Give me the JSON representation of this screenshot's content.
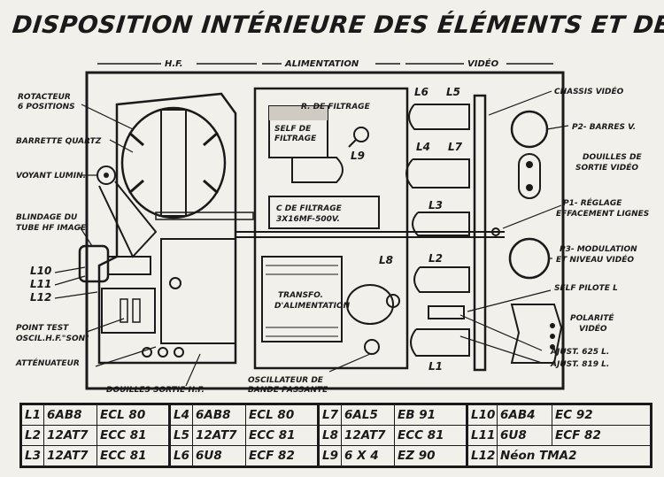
{
  "title": "DISPOSITION INTÉRIEURE DES ÉLÉMENTS ET DES LAMPES",
  "sections": {
    "hf": "H.F.",
    "alim": "ALIMENTATION",
    "video": "VIDÉO"
  },
  "left_labels": {
    "rotacteur_1": "ROTACTEUR",
    "rotacteur_2": "6 POSITIONS",
    "barrette": "BARRETTE QUARTZ",
    "voyant": "VOYANT LUMIN.",
    "blindage_1": "BLINDAGE DU",
    "blindage_2": "TUBE HF IMAGE",
    "l10": "L10",
    "l11": "L11",
    "l12": "L12",
    "point_test_1": "POINT TEST",
    "point_test_2": "OSCIL.H.F.\"SON\"",
    "attenuateur": "ATTÉNUATEUR"
  },
  "bottom_labels": {
    "douilles_sortie_hf": "DOUILLES SORTIE H.F.",
    "oscillateur_1": "OSCILLATEUR DE",
    "oscillateur_2": "BANDE PASSANTE"
  },
  "center_labels": {
    "r_filtrage": "R. DE FILTRAGE",
    "self_filtrage_1": "SELF DE",
    "self_filtrage_2": "FILTRAGE",
    "c_filtrage_1": "C DE FILTRAGE",
    "c_filtrage_2": "3X16MF-500V.",
    "transfo_1": "TRANSFO.",
    "transfo_2": "D'ALIMENTATION"
  },
  "tubes_on_diagram": [
    "L6",
    "L5",
    "L4",
    "L7",
    "L9",
    "L3",
    "L8",
    "L2",
    "L1"
  ],
  "right_labels": {
    "chassis_video": "CHASSIS VIDÉO",
    "p2": "P2- BARRES V.",
    "douilles_sortie_1": "DOUILLES DE",
    "douilles_sortie_2": "SORTIE VIDÉO",
    "p1_1": "P1- RÉGLAGE",
    "p1_2": "EFFACEMENT LIGNES",
    "p3_1": "P3- MODULATION",
    "p3_2": "ET NIVEAU VIDÉO",
    "self_pilote": "SELF PILOTE L",
    "polarite_1": "POLARITÉ",
    "polarite_2": "VIDÉO",
    "ajust_625": "AJUST. 625 L.",
    "ajust_819": "AJUST. 819 L."
  },
  "tube_table": [
    [
      "L1",
      "6AB8",
      "ECL 80",
      "L4",
      "6AB8",
      "ECL 80",
      "L7",
      "6AL5",
      "EB 91",
      "L10",
      "6AB4",
      "EC 92"
    ],
    [
      "L2",
      "12AT7",
      "ECC 81",
      "L5",
      "12AT7",
      "ECC 81",
      "L8",
      "12AT7",
      "ECC 81",
      "L11",
      "6U8",
      "ECF 82"
    ],
    [
      "L3",
      "12AT7",
      "ECC 81",
      "L6",
      "6U8",
      "ECF 82",
      "L9",
      "6 X 4",
      "EZ 90",
      "L12",
      "Néon TMA2",
      ""
    ]
  ]
}
